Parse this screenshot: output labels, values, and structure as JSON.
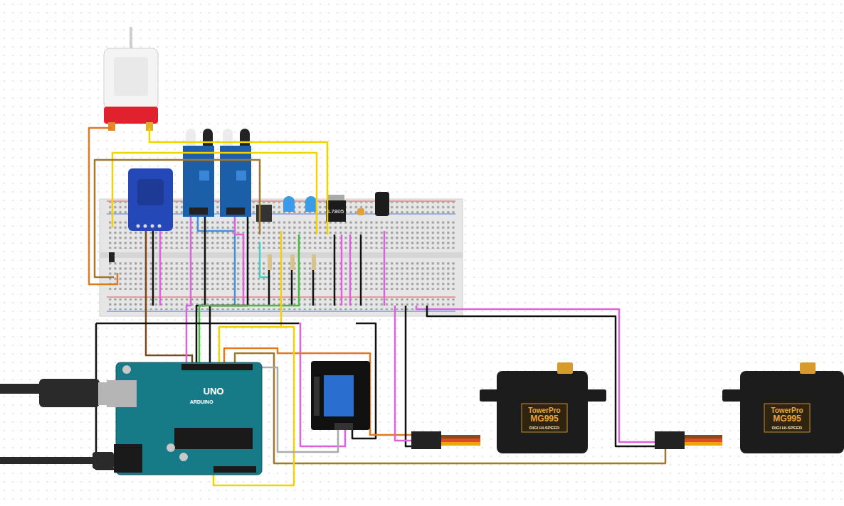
{
  "diagram": {
    "labels": [
      "UNO",
      "ARDUINO",
      "L7805",
      "TowerPro",
      "MG995",
      "DIGI HI-SPEED",
      "TowerPro",
      "MG995",
      "DIGI HI-SPEED"
    ]
  }
}
